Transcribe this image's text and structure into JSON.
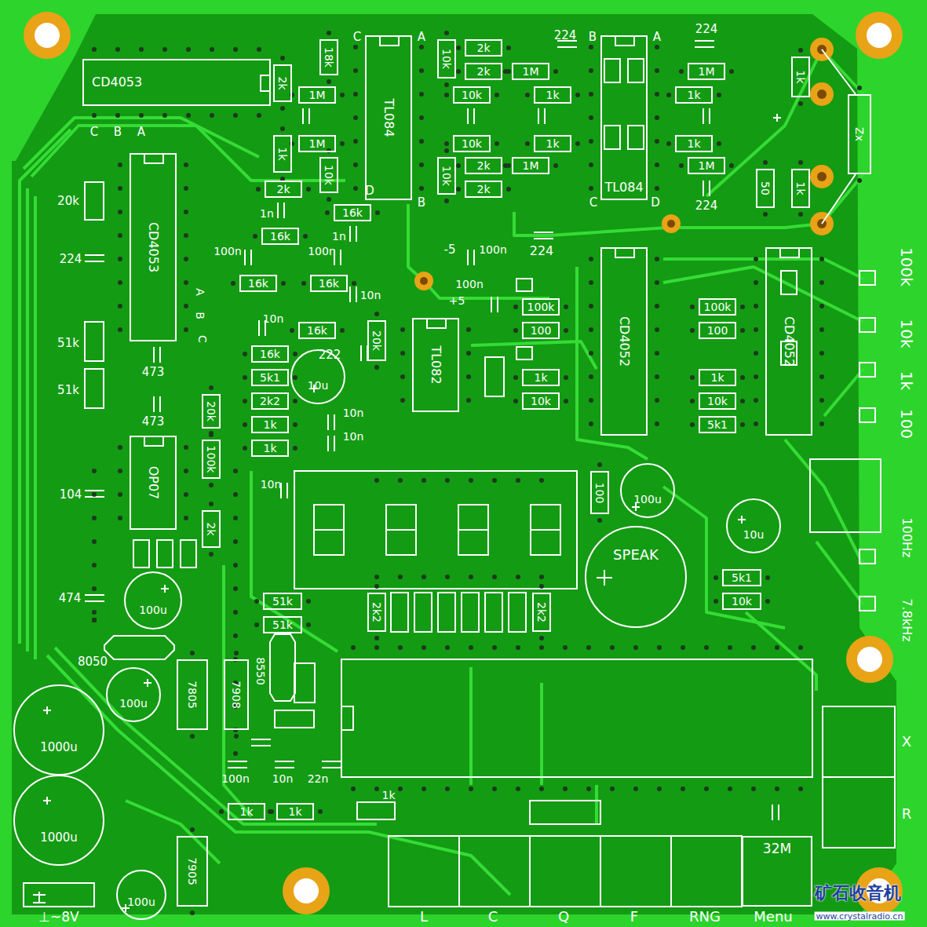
{
  "diagram": {
    "nodes": [
      {
        "text": [
          "CD4053"
        ]
      },
      {
        "text": [
          "2k"
        ]
      },
      {
        "text": [
          "18k"
        ]
      },
      {
        "text": [
          "1M"
        ]
      },
      {
        "text": [
          "TL084"
        ]
      },
      {
        "text": [
          "1k"
        ]
      },
      {
        "text": [
          "1M"
        ]
      },
      {
        "text": [
          "10k"
        ]
      },
      {
        "text": [
          "2k"
        ]
      },
      {
        "text": [
          "16k"
        ]
      },
      {
        "text": [
          "16k"
        ]
      },
      {
        "text": [
          "10k"
        ]
      },
      {
        "text": [
          "2k"
        ]
      },
      {
        "text": [
          "2k"
        ]
      },
      {
        "text": [
          "1M"
        ]
      },
      {
        "text": [
          "10k"
        ]
      },
      {
        "text": [
          "1k"
        ]
      },
      {
        "text": [
          "10k"
        ]
      },
      {
        "text": [
          "1k"
        ]
      },
      {
        "text": [
          "10k"
        ]
      },
      {
        "text": [
          "2k"
        ]
      },
      {
        "text": [
          "1M"
        ]
      },
      {
        "text": [
          "2k"
        ]
      },
      {
        "text": [
          "TL084"
        ]
      },
      {
        "text": [
          "1M"
        ]
      },
      {
        "text": [
          "1k"
        ]
      },
      {
        "text": [
          "1k"
        ]
      },
      {
        "text": [
          "1M"
        ]
      },
      {
        "text": [
          "1k"
        ]
      },
      {
        "text": [
          "50"
        ]
      },
      {
        "text": [
          "1k"
        ]
      },
      {
        "text": [
          "Zx"
        ]
      },
      {
        "text": [
          "CD4053"
        ]
      },
      {
        "text": [
          "16k"
        ]
      },
      {
        "text": [
          "16k"
        ]
      },
      {
        "text": [
          "16k"
        ]
      },
      {
        "text": [
          "20k"
        ]
      },
      {
        "text": [
          "16k"
        ]
      },
      {
        "text": [
          "5k1"
        ]
      },
      {
        "text": [
          "2k2"
        ]
      },
      {
        "text": [
          "1k"
        ]
      },
      {
        "text": [
          "1k"
        ]
      },
      {
        "text": [
          "10u"
        ]
      },
      {
        "text": [
          "20k"
        ]
      },
      {
        "text": [
          "100k"
        ]
      },
      {
        "text": [
          "OP07"
        ]
      },
      {
        "text": [
          "2k"
        ]
      },
      {
        "text": [
          "TL082"
        ]
      },
      {
        "text": [
          "100k"
        ]
      },
      {
        "text": [
          "100"
        ]
      },
      {
        "text": [
          "1k"
        ]
      },
      {
        "text": [
          "10k"
        ]
      },
      {
        "text": [
          "CD4052"
        ]
      },
      {
        "text": [
          "100k"
        ]
      },
      {
        "text": [
          "100"
        ]
      },
      {
        "text": [
          "1k"
        ]
      },
      {
        "text": [
          "10k"
        ]
      },
      {
        "text": [
          "5k1"
        ]
      },
      {
        "text": [
          "CD4052"
        ]
      },
      {
        "text": [
          "100"
        ]
      },
      {
        "text": [
          "100u"
        ]
      },
      {
        "text": [
          "10u"
        ]
      },
      {
        "text": [
          "SPEAK"
        ]
      },
      {
        "text": [
          "5k1"
        ]
      },
      {
        "text": [
          "10k"
        ]
      },
      {
        "text": [
          "51k"
        ]
      },
      {
        "text": [
          "51k"
        ]
      },
      {
        "text": [
          "2k2"
        ]
      },
      {
        "text": [
          "2k2"
        ]
      },
      {
        "text": [
          "100u"
        ]
      },
      {
        "text": [
          "100u"
        ]
      },
      {
        "text": [
          "1000u"
        ]
      },
      {
        "text": [
          "1000u"
        ]
      },
      {
        "text": [
          "100u"
        ]
      },
      {
        "text": [
          "7805"
        ]
      },
      {
        "text": [
          "7908"
        ]
      },
      {
        "text": [
          "7905"
        ]
      },
      {
        "text": [
          "1k"
        ]
      },
      {
        "text": [
          "1k"
        ]
      },
      {
        "text": [
          "32M"
        ]
      }
    ],
    "labels": [
      "C",
      "A",
      "D",
      "B",
      "224",
      "B",
      "A",
      "224",
      "C",
      "D",
      "224",
      "C",
      "B",
      "A",
      "20k",
      "224",
      "51k",
      "51k",
      "104",
      "474",
      "A",
      "B",
      "C",
      "473",
      "473",
      "1n",
      "1n",
      "100n",
      "100n",
      "10n",
      "10n",
      "222",
      "10n",
      "10n",
      "10n",
      "-5",
      "100n",
      "224",
      "100n",
      "+5",
      "100k",
      "10k",
      "1k",
      "100",
      "100Hz",
      "7.8kHz",
      "8050",
      "8550",
      "100n",
      "10n",
      "22n",
      "1k",
      "L",
      "C",
      "Q",
      "F",
      "RNG",
      "Menu",
      "X",
      "R",
      "⊥~8V",
      "矿石收音机",
      "www.crystalradio.cn"
    ]
  }
}
